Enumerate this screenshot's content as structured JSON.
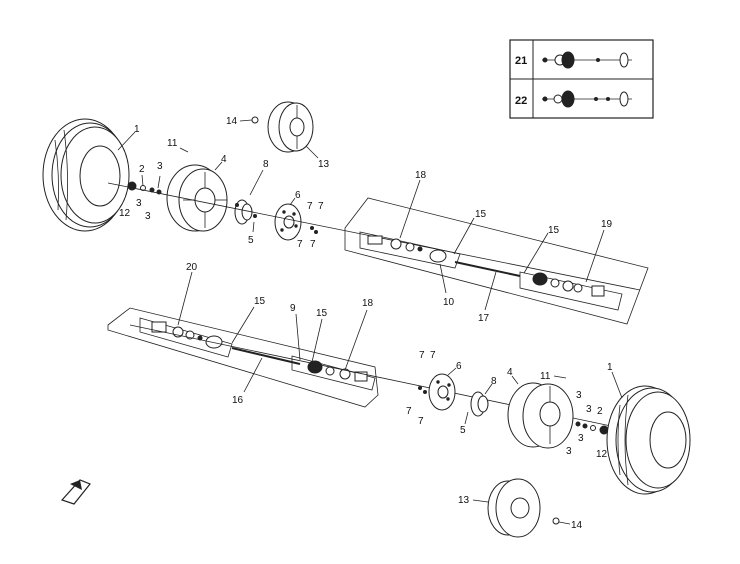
{
  "legend": {
    "rows": [
      {
        "number": "21"
      },
      {
        "number": "22"
      }
    ]
  },
  "callouts": {
    "front_tire_left": "1",
    "front_washer_2": "2",
    "nut_3a": "3",
    "nut_3b": "3",
    "nut_3c": "3",
    "valve_11": "11",
    "cap_12": "12",
    "rim_4": "4",
    "hub_8": "8",
    "bolt_5": "5",
    "disc_6": "6",
    "bolts_7a": "7",
    "bolts_7b": "7",
    "bolts_7c": "7",
    "bolts_7d": "7",
    "spare_rim_13": "13",
    "spare_nut_14": "14",
    "boot_kit_18": "18",
    "joint_15a": "15",
    "joint_15b": "15",
    "boot_kit_19": "19",
    "axle_10": "10",
    "shaft_17": "17",
    "boot_kit_20": "20",
    "joint_15c": "15",
    "axle_9": "9",
    "joint_15d": "15",
    "boot_kit_18b": "18",
    "shaft_16": "16",
    "bolts_7e": "7",
    "bolts_7f": "7",
    "bolts_7g": "7",
    "bolts_7h": "7",
    "disc_6b": "6",
    "hub_8b": "8",
    "rim_4b": "4",
    "valve_11b": "11",
    "tire_1b": "1",
    "nut_3d": "3",
    "nut_3e": "3",
    "nut_3f": "3",
    "nut_3g": "3",
    "washer_2b": "2",
    "bolt_5b": "5",
    "cap_12b": "12",
    "rim_13b": "13",
    "nut_14b": "14"
  }
}
